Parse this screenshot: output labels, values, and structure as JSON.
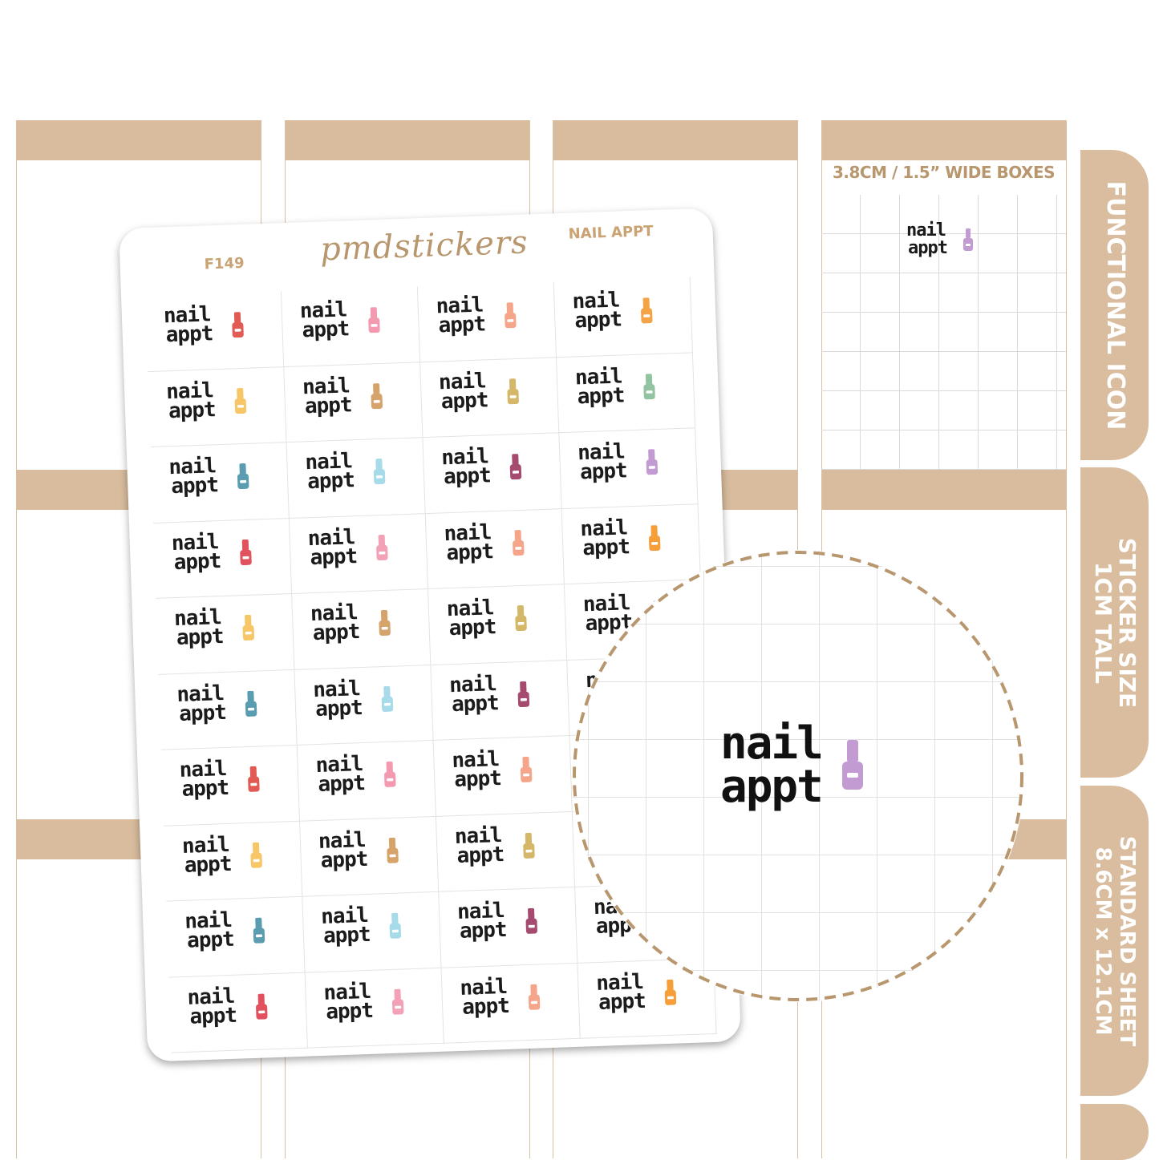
{
  "columns_count": 4,
  "wide_label": "3.8CM / 1.5” WIDE BOXES",
  "tabs": [
    {
      "text": "FUNCTIONAL ICON"
    },
    {
      "text": "STICKER SIZE\n1CM TALL"
    },
    {
      "text": "STANDARD SHEET\n8.6CM x 12.1CM"
    },
    {
      "text": ""
    }
  ],
  "sheet": {
    "code": "F149",
    "brand": "pmdstickers",
    "name": "NAIL APPT",
    "rows": 10,
    "cols": 4
  },
  "sticker": {
    "line1": "nail",
    "line2": "appt",
    "icon": "nail-polish-icon"
  },
  "colors": {
    "band": "#d8bc9d",
    "accent_text": "#c9a374",
    "zoom_bottle": "#c39bd3",
    "bottles": [
      "#e25a54",
      "#f39ab1",
      "#f5a58a",
      "#f4a446",
      "#f6c667",
      "#d6a36a",
      "#d4b768",
      "#93c4a1",
      "#5a9cb0",
      "#a7dbea",
      "#a44b6f",
      "#c39bd3",
      "#e2525e",
      "#f3a1b6",
      "#f5a58a",
      "#f69f3a",
      "#f6c667",
      "#d6a36a",
      "#d4b768",
      "#93c4a1",
      "#5a9cb0",
      "#a7dbea",
      "#a44b6f",
      "#c39bd3",
      "#e25a54",
      "#f39ab1",
      "#f5a58a",
      "#f4a446",
      "#f6c667",
      "#d6a36a",
      "#d4b768",
      "#93c4a1",
      "#5a9cb0",
      "#a7dbea",
      "#a44b6f",
      "#c39bd3",
      "#e2525e",
      "#f3a1b6",
      "#f5a58a",
      "#f69f3a"
    ]
  }
}
